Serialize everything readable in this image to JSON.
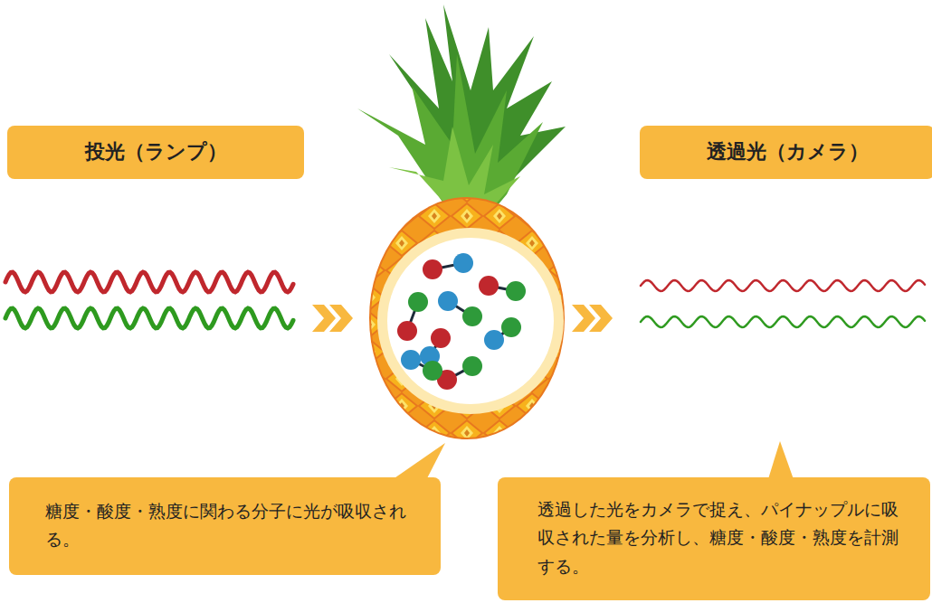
{
  "diagram": {
    "nodes": [
      {
        "text": [
          "投光（ランプ）"
        ]
      },
      {
        "text": [
          "透過光（カメラ）"
        ]
      },
      {
        "text": [
          "糖度・酸度・熟度に関わる分子に光が吸収される。"
        ]
      },
      {
        "text": [
          "透過した光をカメラで捉え、パイナップルに吸収された量を分析し、糖度・酸度・熟度を計測する。"
        ]
      }
    ]
  }
}
